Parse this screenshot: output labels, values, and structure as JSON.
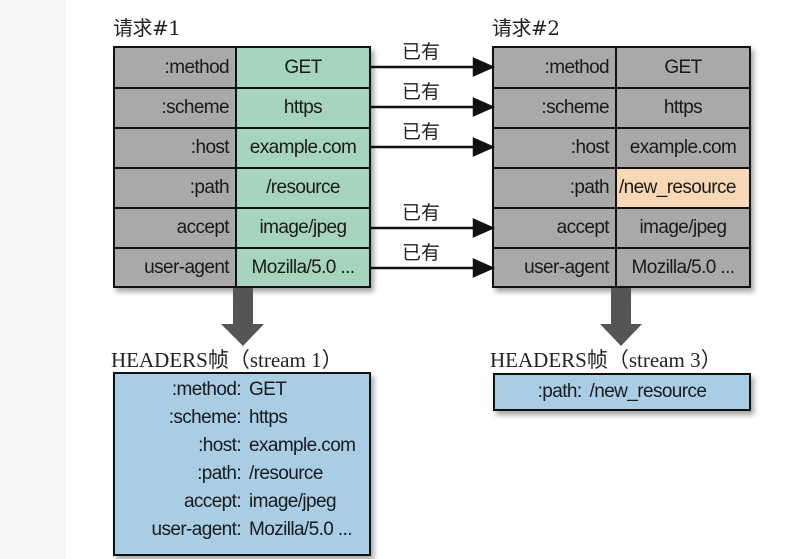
{
  "colors": {
    "changed_value": "#a7d4bd",
    "unchanged": "#a9a9a9",
    "new_value": "#f7d7b5",
    "frame": "#aacde6",
    "arrow": "#555555"
  },
  "request1": {
    "title": "请求#1",
    "rows": [
      {
        "key": ":method",
        "value": "GET"
      },
      {
        "key": ":scheme",
        "value": "https"
      },
      {
        "key": ":host",
        "value": "example.com"
      },
      {
        "key": ":path",
        "value": "/resource"
      },
      {
        "key": "accept",
        "value": "image/jpeg"
      },
      {
        "key": "user-agent",
        "value": "Mozilla/5.0 ..."
      }
    ]
  },
  "request2": {
    "title": "请求#2",
    "rows": [
      {
        "key": ":method",
        "value": "GET"
      },
      {
        "key": ":scheme",
        "value": "https"
      },
      {
        "key": ":host",
        "value": "example.com"
      },
      {
        "key": ":path",
        "value": "/new_resource"
      },
      {
        "key": "accept",
        "value": "image/jpeg"
      },
      {
        "key": "user-agent",
        "value": "Mozilla/5.0 ..."
      }
    ]
  },
  "arrows": [
    {
      "label": "已有",
      "row": ":method"
    },
    {
      "label": "已有",
      "row": ":scheme"
    },
    {
      "label": "已有",
      "row": ":host"
    },
    {
      "label": "已有",
      "row": "accept"
    },
    {
      "label": "已有",
      "row": "user-agent"
    }
  ],
  "frame1": {
    "title": "HEADERS帧（stream 1）",
    "lines": [
      {
        "key": ":method:",
        "value": "GET"
      },
      {
        "key": ":scheme:",
        "value": "https"
      },
      {
        "key": ":host:",
        "value": "example.com"
      },
      {
        "key": ":path:",
        "value": "/resource"
      },
      {
        "key": "accept:",
        "value": "image/jpeg"
      },
      {
        "key": "user-agent:",
        "value": "Mozilla/5.0 ..."
      }
    ]
  },
  "frame2": {
    "title": "HEADERS帧（stream 3）",
    "lines": [
      {
        "key": ":path:",
        "value": "/new_resource"
      }
    ]
  }
}
